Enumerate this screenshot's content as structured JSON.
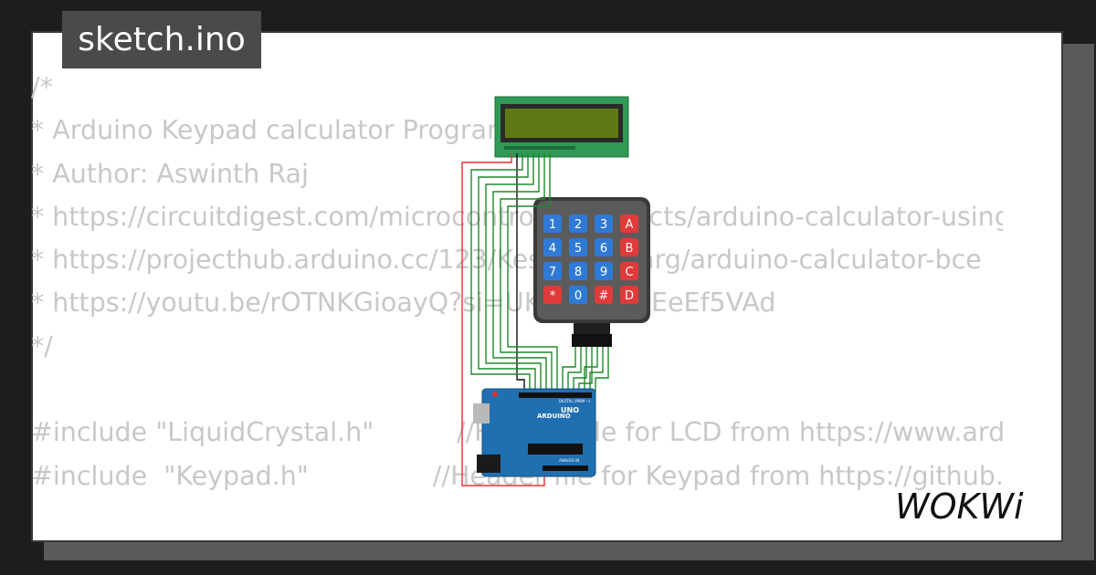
{
  "filename": "sketch.ino",
  "code_lines": [
    "/*",
    "* Arduino Keypad calculator Program",
    "* Author: Aswinth Raj",
    "* https://circuitdigest.com/microcontroller-projects/arduino-calculator-using-keypad-and-lcd",
    "* https://projecthub.arduino.cc/123/Keshavangarg/arduino-calculator-bce",
    "* https://youtu.be/rOTNKGioayQ?si=UKDVDHqpEeEf5VAd",
    "*/",
    "",
    "#include \"LiquidCrystal.h\"          //Header file for LCD from https://www.arduino.cc",
    "#include  \"Keypad.h\"               //Header file for Keypad from https://github.com"
  ],
  "keypad_keys": [
    "1",
    "2",
    "3",
    "A",
    "4",
    "5",
    "6",
    "B",
    "7",
    "8",
    "9",
    "C",
    "*",
    "0",
    "#",
    "D"
  ],
  "arduino": {
    "logo_text": "ARDUINO",
    "model": "UNO",
    "digital_label": "DIGITAL (PWM ~)",
    "analog_label": "ANALOG IN"
  },
  "logo": "WOKWi",
  "colors": {
    "background": "#1d1d1d",
    "card": "#ffffff",
    "tab": "#4a4a4a",
    "code_text": "#c8c8c8",
    "lcd_board": "#2e9a55",
    "lcd_screen": "#5f7a14",
    "keypad_body": "#3a3a3a",
    "key_blue": "#2f7ad6",
    "key_red": "#e03a3a",
    "arduino_board": "#1f6fb1",
    "wire_green": "#1f8a2a",
    "wire_red": "#e83030",
    "wire_black": "#111111"
  }
}
